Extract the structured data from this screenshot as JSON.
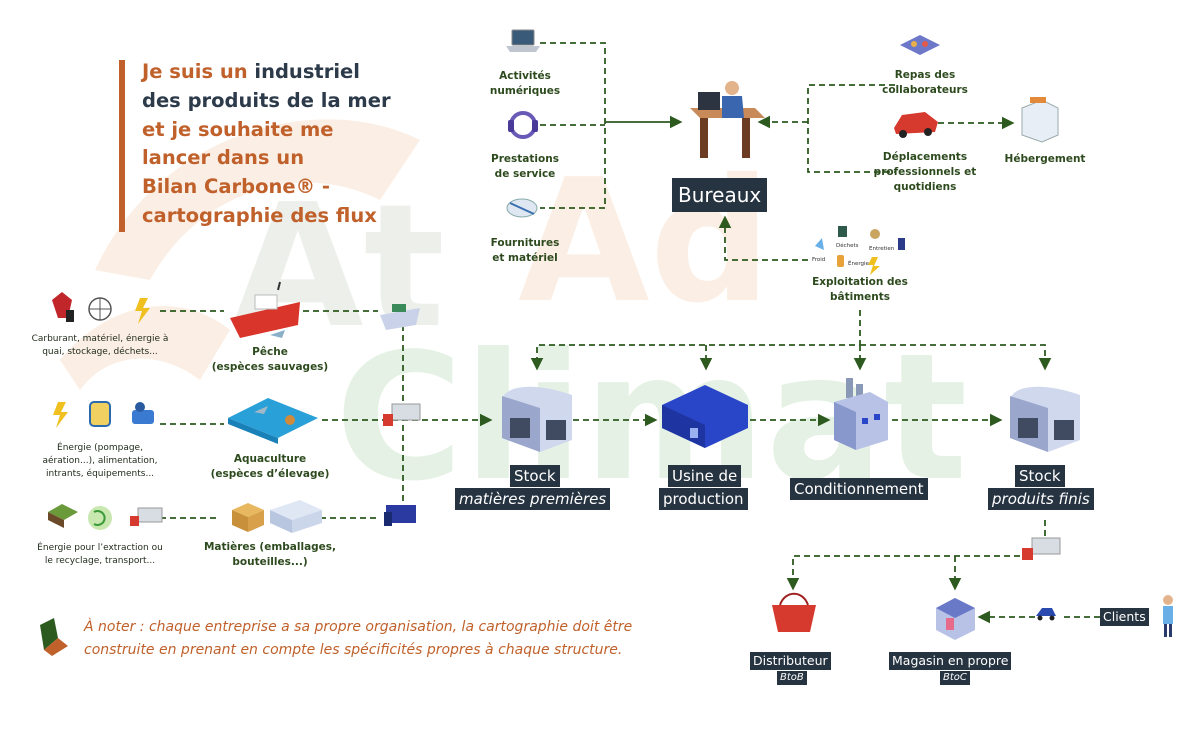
{
  "title": {
    "line1_a": "Je suis un ",
    "line1_b": "industriel",
    "line2": "des produits de la mer",
    "line3": "et je souhaite me",
    "line4": "lancer dans un",
    "line5": "Bilan Carbone® -",
    "line6": "cartographie des flux"
  },
  "office": {
    "activites_1": "Activités",
    "activites_2": "numériques",
    "prestations_1": "Prestations",
    "prestations_2": "de service",
    "fournitures_1": "Fournitures",
    "fournitures_2": "et matériel",
    "bureaux": "Bureaux",
    "repas_1": "Repas des",
    "repas_2": "collaborateurs",
    "deplacements_1": "Déplacements",
    "deplacements_2": "professionnels et",
    "deplacements_3": "quotidiens",
    "hebergement": "Hébergement",
    "froid": "Froid",
    "dechets": "Déchets",
    "entretien": "Entretien",
    "energie": "Énergie",
    "exploitation_1": "Exploitation des",
    "exploitation_2": "bâtiments"
  },
  "supply": {
    "carburant_1": "Carburant, matériel, énergie à",
    "carburant_2": "quai, stockage, déchets...",
    "peche_1": "Pêche",
    "peche_2": "(espèces sauvages)",
    "energie_1": "Énergie (pompage,",
    "energie_2": "aération...), alimentation,",
    "energie_3": "intrants, équipements...",
    "aquaculture_1": "Aquaculture",
    "aquaculture_2": "(espèces d’élevage)",
    "extraction_1": "Énergie pour l’extraction ou",
    "extraction_2": "le recyclage, transport...",
    "matieres_1": "Matières (emballages,",
    "matieres_2": "bouteilles...)"
  },
  "chain": {
    "stock_mp_1": "Stock",
    "stock_mp_2": "matières premières",
    "usine_1": "Usine de",
    "usine_2": "production",
    "conditionnement": "Conditionnement",
    "stock_pf_1": "Stock",
    "stock_pf_2": "produits finis"
  },
  "distribution": {
    "distributeur": "Distributeur",
    "btob": "BtoB",
    "magasin": "Magasin en propre",
    "btoc": "BtoC",
    "clients": "Clients"
  },
  "note": {
    "line1": "À noter : chaque entreprise a sa propre organisation, la cartographie doit être",
    "line2": "construite en prenant en compte les spécificités propres à chaque structure."
  },
  "watermark": {
    "word1_a": "At",
    "word1_b": "Ad",
    "word2": "Climat"
  },
  "colors": {
    "arrow": "#2d5a1e",
    "brand_orange": "#c0612b",
    "tag_bg": "#263340",
    "watermark_gray": "#ecefea",
    "watermark_orange": "#fbeee4",
    "watermark_green": "#e4f1e4"
  }
}
